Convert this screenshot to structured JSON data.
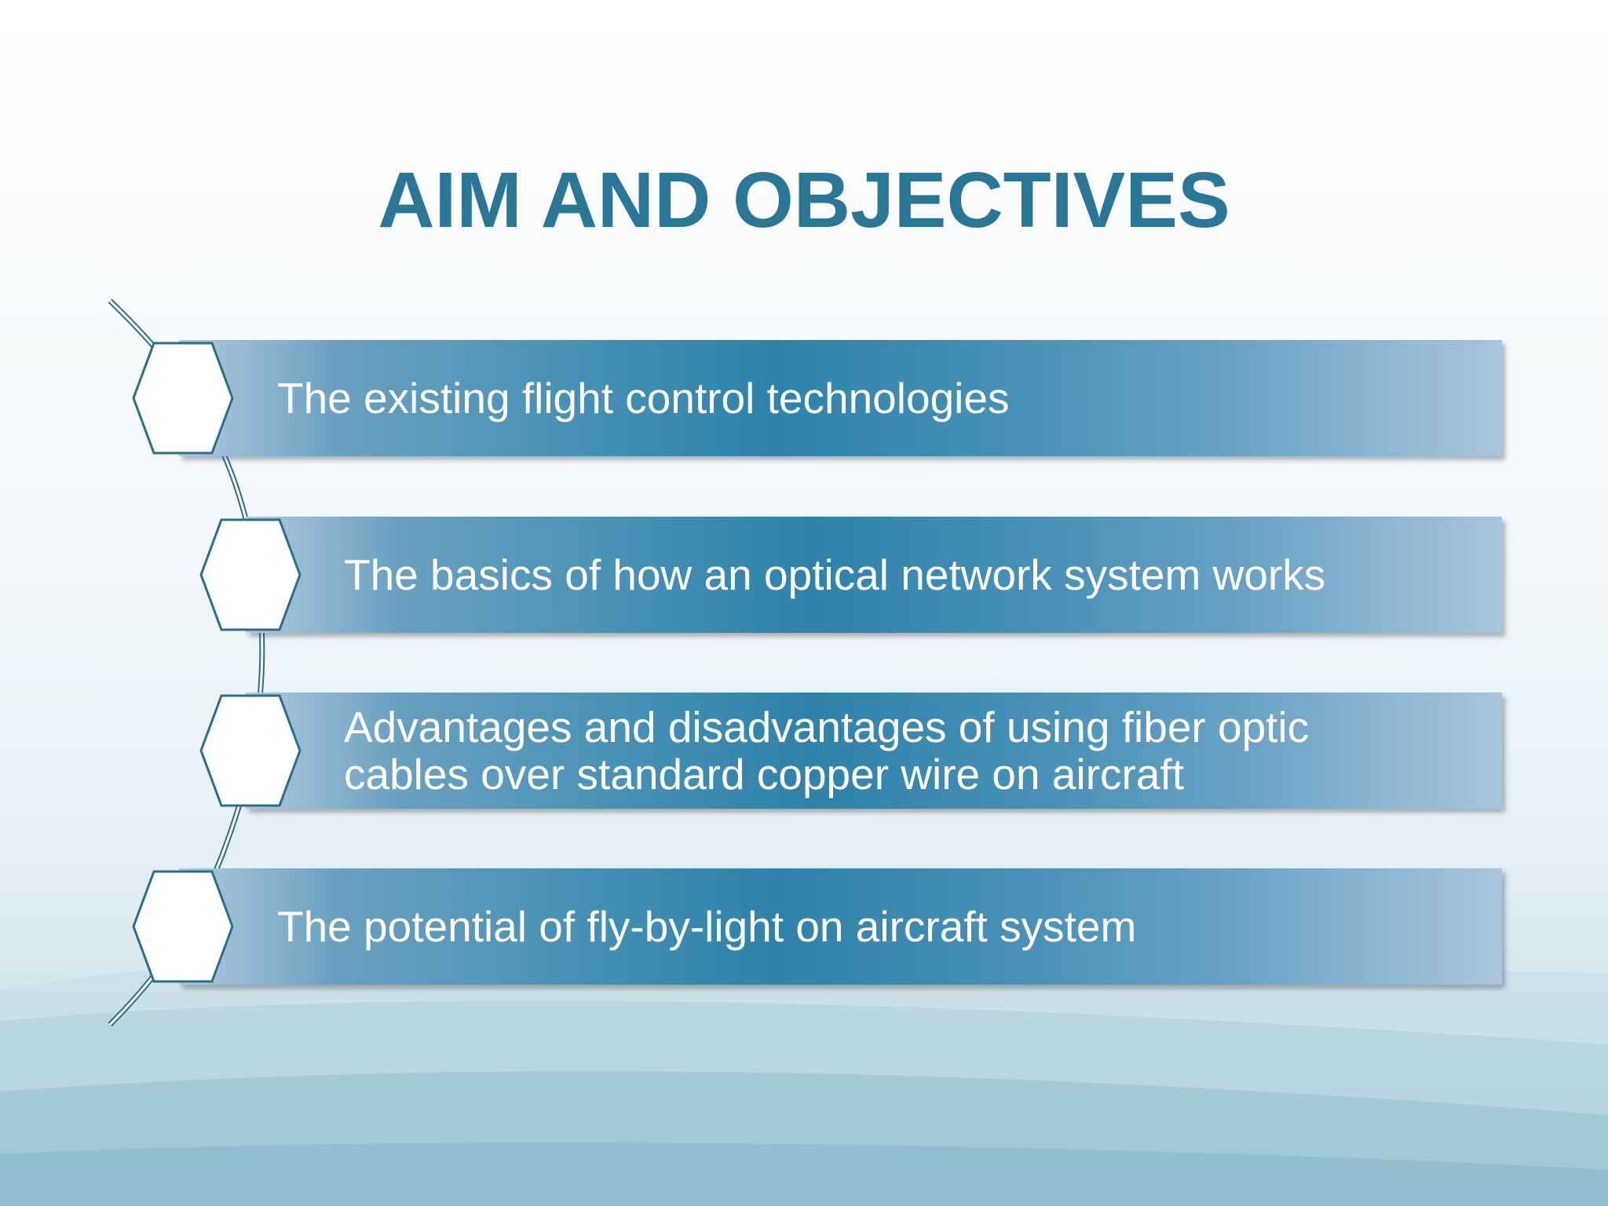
{
  "slide": {
    "title": "AIM AND OBJECTIVES",
    "objectives": [
      {
        "text": "The existing flight control technologies"
      },
      {
        "text": "The basics of how an optical network system works"
      },
      {
        "text": "Advantages and disadvantages of using fiber optic",
        "text2": "cables over standard copper wire on aircraft"
      },
      {
        "text": "The potential of fly-by-light on aircraft system"
      }
    ]
  },
  "colors": {
    "title": "#2a7697",
    "banner_dark": "#2e82aa",
    "banner_light": "#b0cade",
    "hex_stroke": "#2a6e8c"
  }
}
